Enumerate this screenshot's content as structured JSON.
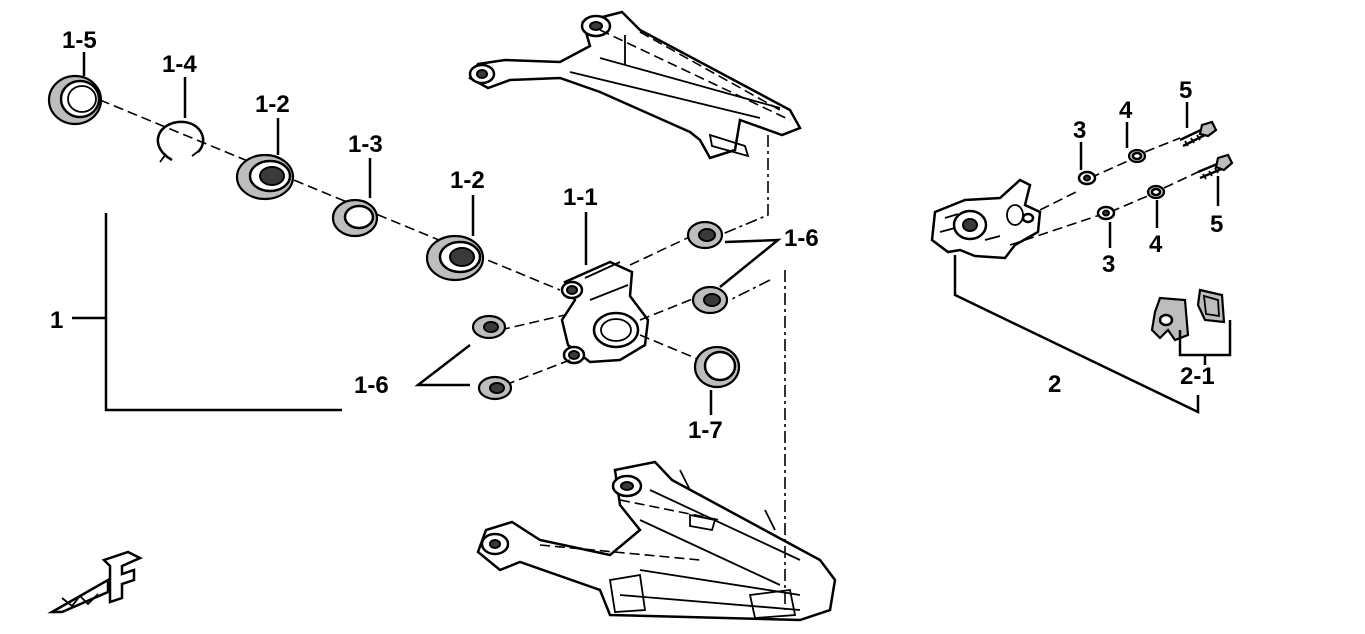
{
  "callouts": {
    "assembly": "1",
    "knuckle": "1-1",
    "bearing_a": "1-2",
    "bearing_b": "1-2",
    "seal": "1-3",
    "circlip": "1-4",
    "dust_seal": "1-5",
    "bushing_top": "1-6",
    "bushing_bottom": "1-6",
    "ring": "1-7",
    "caliper": "2",
    "pads": "2-1",
    "washer_top": "3",
    "washer_bottom": "3",
    "nut_top": "4",
    "nut_bottom": "4",
    "bolt_top": "5",
    "bolt_bottom": "5"
  },
  "front_indicator": {
    "letter": "F"
  }
}
